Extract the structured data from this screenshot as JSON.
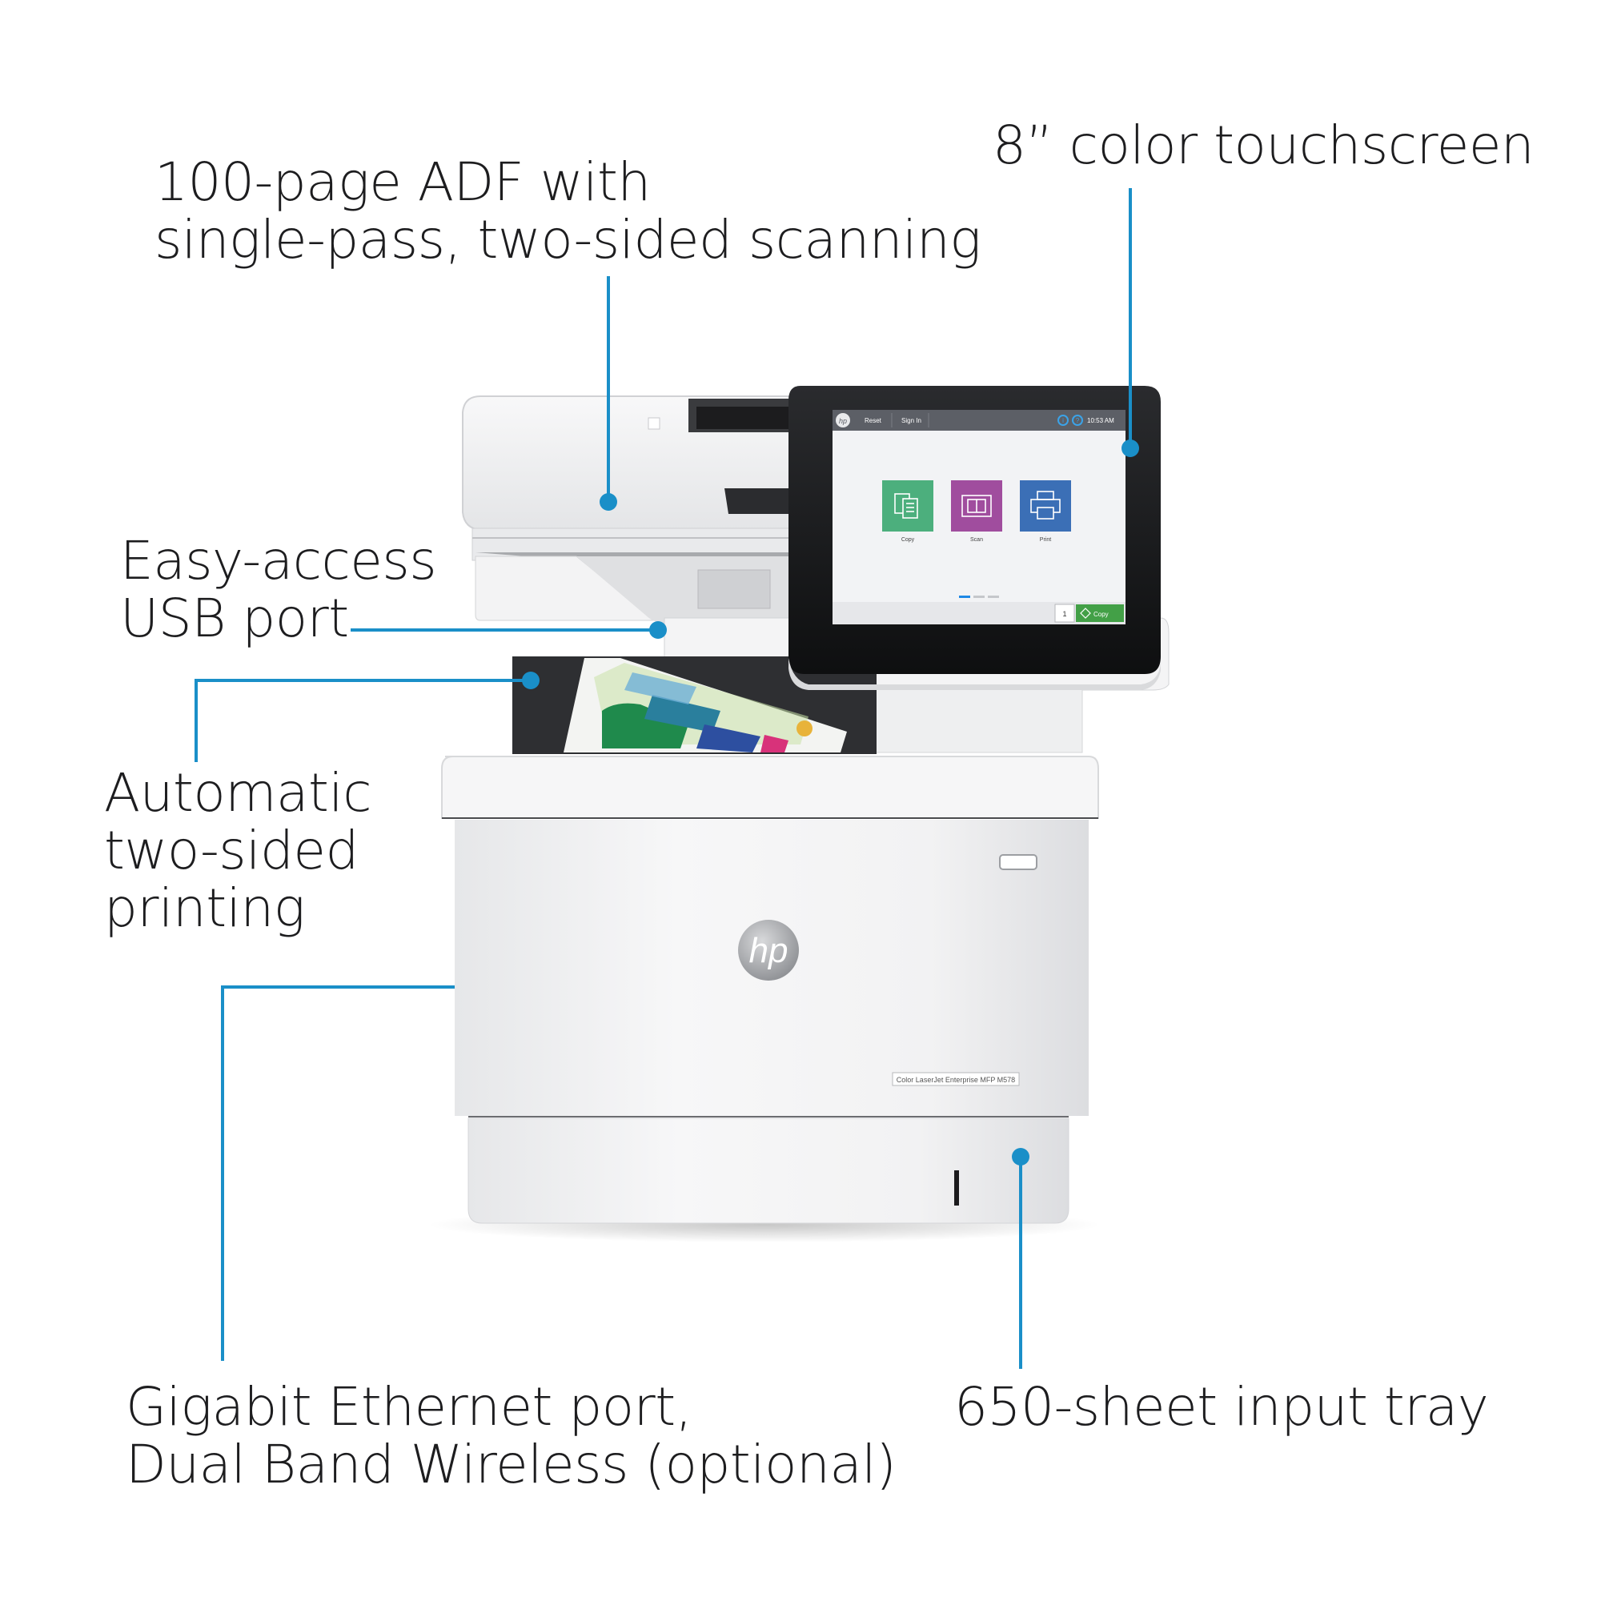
{
  "accent_color": "#1a8fc8",
  "callouts": {
    "touchscreen": {
      "lines": [
        "8” color touchscreen"
      ]
    },
    "adf": {
      "lines": [
        "100-page ADF with",
        "single-pass, two-sided scanning"
      ]
    },
    "usb": {
      "lines": [
        "Easy-access",
        "USB port"
      ]
    },
    "duplex": {
      "lines": [
        "Automatic",
        "two-sided",
        "printing"
      ]
    },
    "ethernet": {
      "lines": [
        "Gigabit Ethernet port,",
        "Dual Band Wireless (optional)"
      ]
    },
    "tray": {
      "lines": [
        "650-sheet input tray"
      ]
    }
  },
  "screen": {
    "logo": "hp",
    "reset": "Reset",
    "sign_in": "Sign In",
    "time": "10:53 AM",
    "apps": [
      {
        "label": "Copy",
        "color": "#4caf7d",
        "icon": "copy-icon"
      },
      {
        "label": "Scan",
        "color": "#a04d9e",
        "icon": "scan-icon"
      },
      {
        "label": "Print",
        "color": "#3b6fb6",
        "icon": "print-icon"
      }
    ],
    "copies": "1",
    "copy_button": "Copy",
    "copy_button_color": "#43a047"
  },
  "printer": {
    "brand_logo": "hp",
    "model": "Color LaserJet Enterprise MFP M578"
  }
}
